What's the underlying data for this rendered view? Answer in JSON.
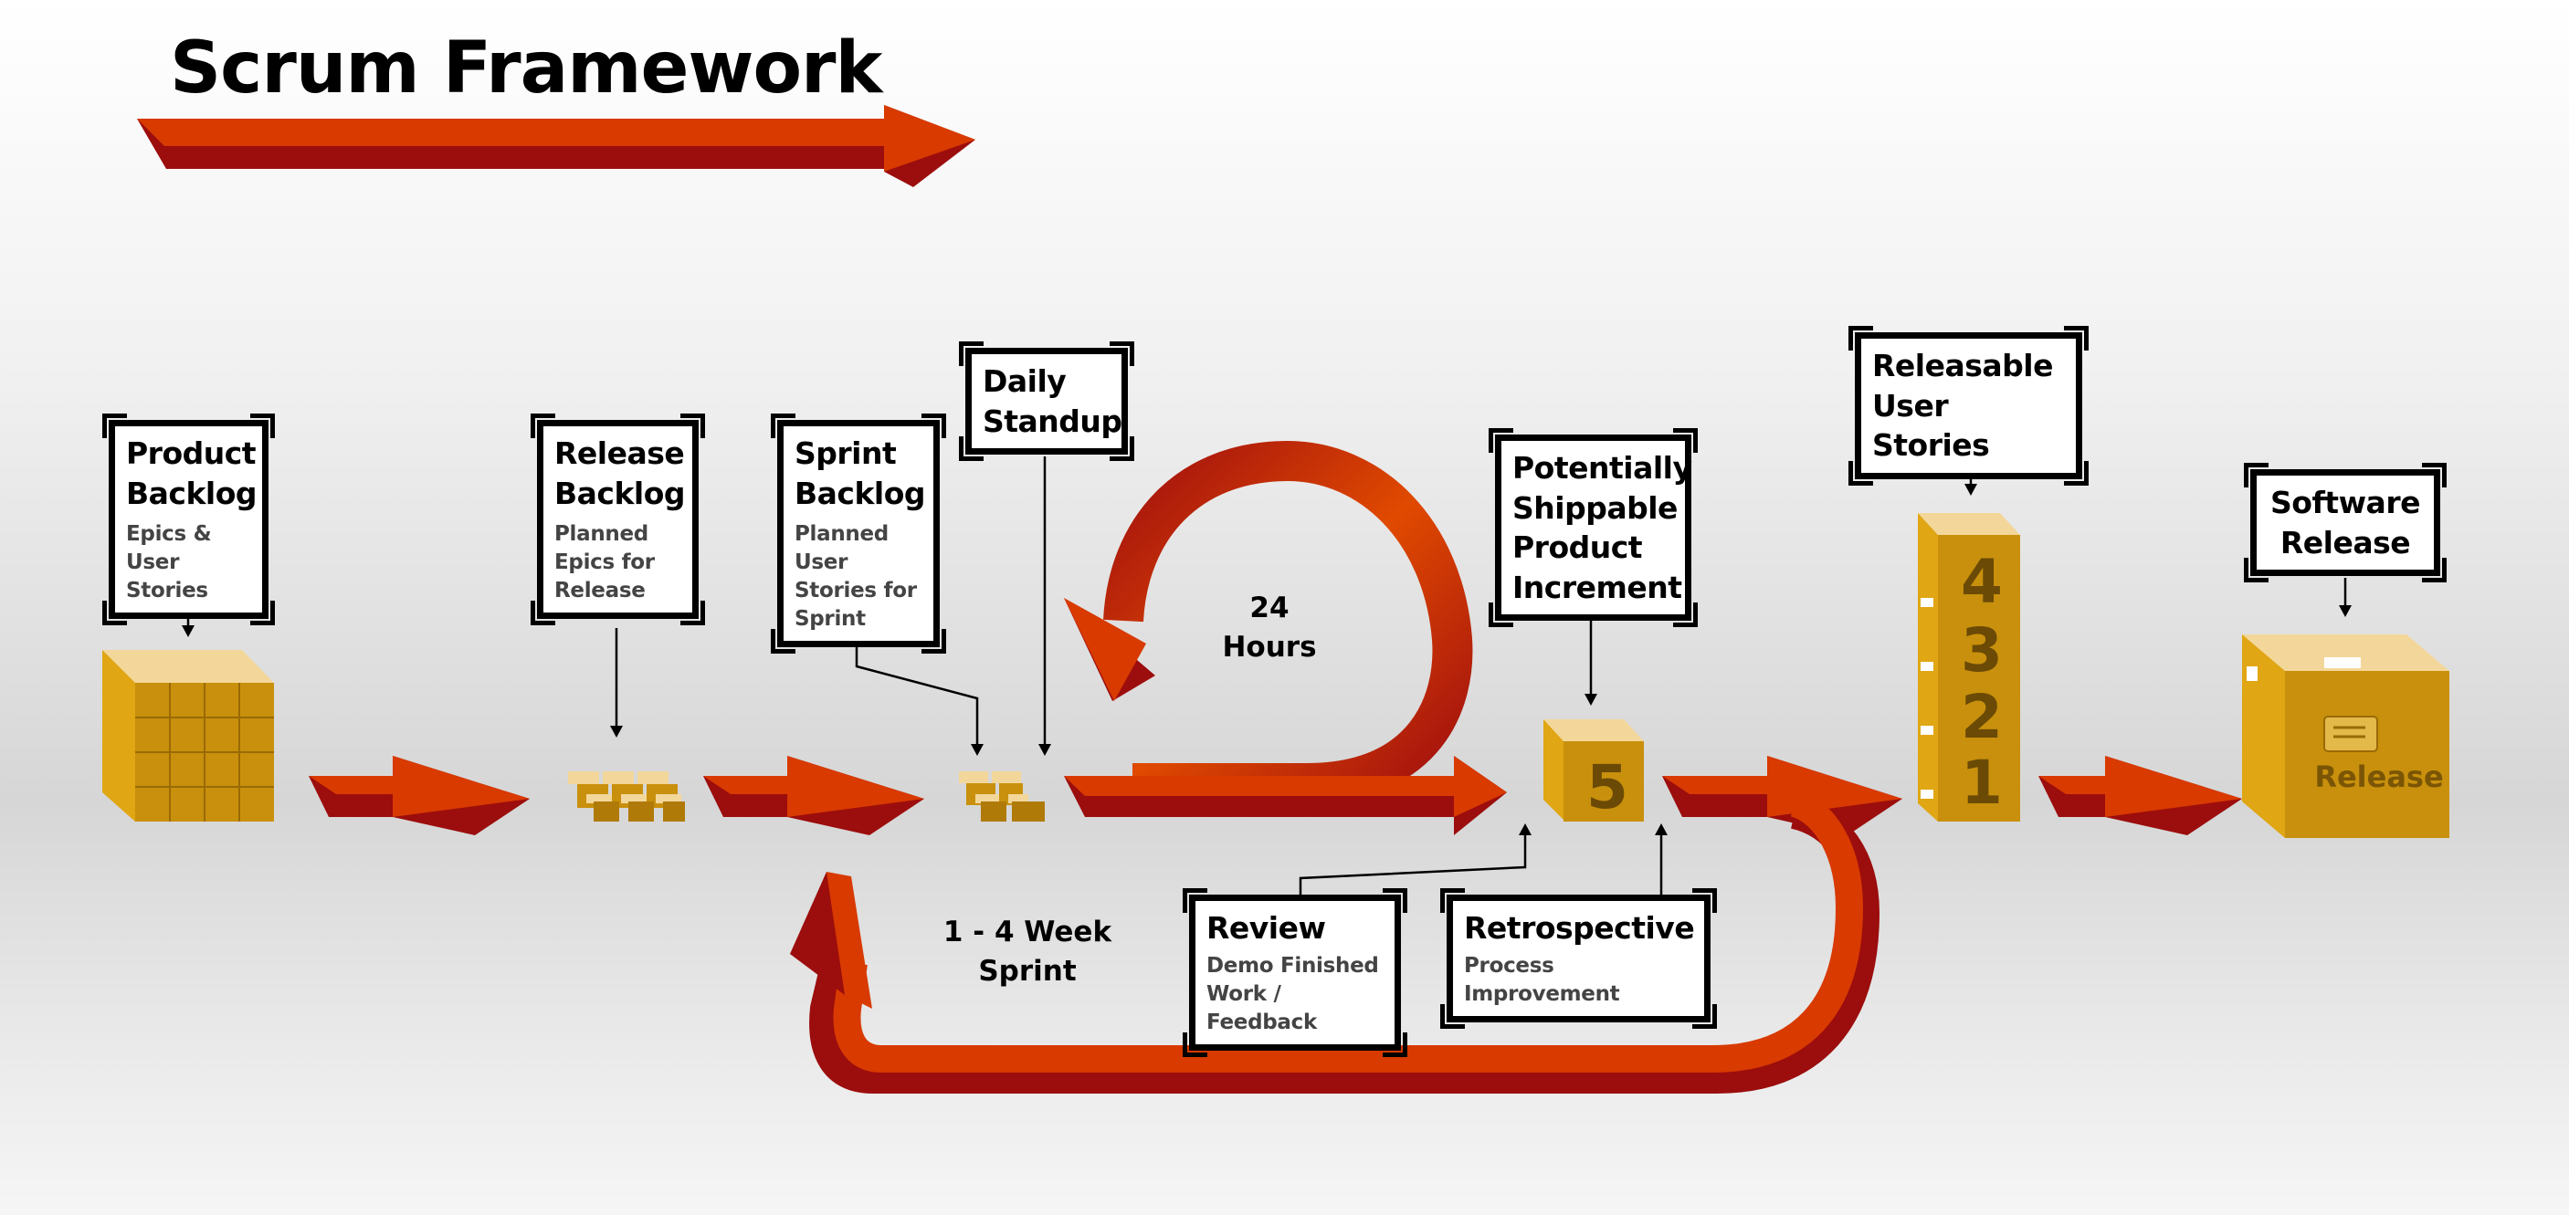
{
  "title": "Scrum Framework",
  "stages": {
    "product_backlog": {
      "title": "Product Backlog",
      "subtitle": "Epics & User Stories"
    },
    "release_backlog": {
      "title": "Release Backlog",
      "subtitle": "Planned Epics for Release"
    },
    "sprint_backlog": {
      "title": "Sprint Backlog",
      "subtitle": "Planned User Stories for Sprint"
    },
    "daily_standup": {
      "title": "Daily Standup"
    },
    "potentially_shippable": {
      "title": "Potentially Shippable Product Increment"
    },
    "releasable_user_stories": {
      "title": "Releasable User Stories"
    },
    "software_release": {
      "title": "Software Release"
    },
    "review": {
      "title": "Review",
      "subtitle": "Demo Finished Work / Feedback"
    },
    "retrospective": {
      "title": "Retrospective",
      "subtitle": "Process Improvement"
    }
  },
  "cycle_labels": {
    "daily": "24 Hours",
    "sprint": "1 - 4 Week Sprint"
  },
  "increment_number": "5",
  "release_stack_numbers": [
    "4",
    "3",
    "2",
    "1"
  ],
  "release_package_label": "Release",
  "colors": {
    "arrow": "#d83a00",
    "arrow_shadow": "#9c0d0d",
    "box_gold": "#c8900c",
    "box_light": "#f3d79a"
  }
}
